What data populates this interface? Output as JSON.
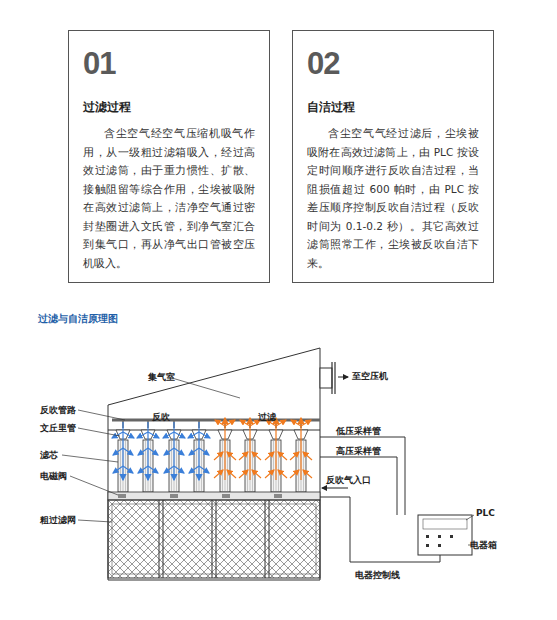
{
  "diagram": {
    "title": "过滤与自洁原理图",
    "nodes": [
      {
        "text": [
          "01",
          "过滤过程",
          "含尘空气经空气压缩机吸气作用，从一级粗过滤箱吸入，经过高效过滤筒，由于重力惯性、扩散、接触阻留等综合作用，尘埃被吸附在高效过滤筒上，洁净空气通过密封垫圈进入文氏管，到净气室汇合到集气口，再从净气出口管被空压机吸入。"
        ]
      },
      {
        "text": [
          "02",
          "自洁过程",
          "含尘空气气经过滤后，尘埃被吸附在高效过滤筒上，由 PLC 按设定时间顺序进行反吹自洁过程，当阻损值超过 600 帕时，由 PLC 按差压顺序控制反吹自洁过程（反吹时间为 0.1-0.2 秒）。其它高效过滤筒照常工作，尘埃被反吹自洁下来。"
        ]
      }
    ],
    "labels": [
      "集气室",
      "至空压机",
      "反吹",
      "过滤",
      "反吹管路",
      "文丘里管",
      "滤芯",
      "电磁阀",
      "粗过滤网",
      "低压采样管",
      "高压采样管",
      "反吹气入口",
      "PLC",
      "电器箱",
      "电器控制线"
    ]
  }
}
